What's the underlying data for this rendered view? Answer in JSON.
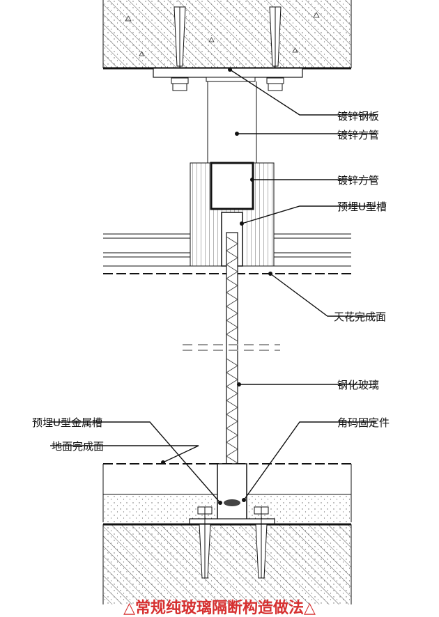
{
  "diagram": {
    "title": "△常规纯玻璃隔断构造做法△",
    "labels": {
      "galvanized_plate": "镀锌钢板",
      "galvanized_tube_upper": "镀锌方管",
      "galvanized_tube_lower": "镀锌方管",
      "embedded_u_channel": "预埋U型槽",
      "ceiling_finish": "天花完成面",
      "tempered_glass": "钢化玻璃",
      "embedded_u_metal_channel": "预埋U型金属槽",
      "angle_bracket": "角码固定件",
      "floor_finish": "地面完成面"
    },
    "colors": {
      "line": "#111111",
      "title": "#d63030",
      "hatch": "#333333"
    }
  }
}
